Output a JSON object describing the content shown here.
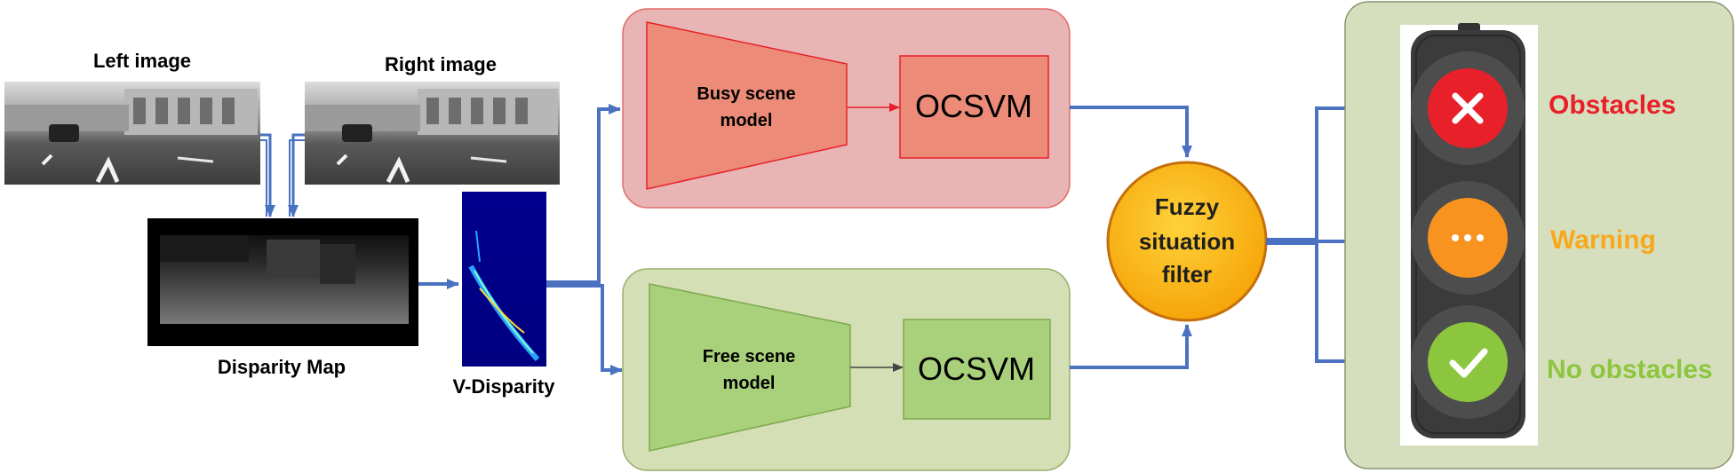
{
  "inputs": {
    "left_image_label": "Left image",
    "right_image_label": "Right image",
    "disparity_map_label": "Disparity Map",
    "v_disparity_label": "V-Disparity"
  },
  "busy_branch": {
    "model_line1": "Busy scene",
    "model_line2": "model",
    "classifier": "OCSVM"
  },
  "free_branch": {
    "model_line1": "Free scene",
    "model_line2": "model",
    "classifier": "OCSVM"
  },
  "filter": {
    "line1": "Fuzzy",
    "line2": "situation",
    "line3": "filter"
  },
  "outputs": [
    {
      "label": "Obstacles",
      "color": "#e8202a",
      "icon": "x-icon"
    },
    {
      "label": "Warning",
      "color": "#f7a81b",
      "icon": "dots-icon"
    },
    {
      "label": "No obstacles",
      "color": "#8cc63f",
      "icon": "check-icon"
    }
  ],
  "colors": {
    "arrow": "#4a72c0",
    "busy_panel": "#e8b4b4",
    "busy_shape": "#ec8c78",
    "free_panel": "#d5dfb5",
    "free_shape": "#a9d07a",
    "filter": "#f9b914",
    "output_panel": "#d6dfbd"
  }
}
